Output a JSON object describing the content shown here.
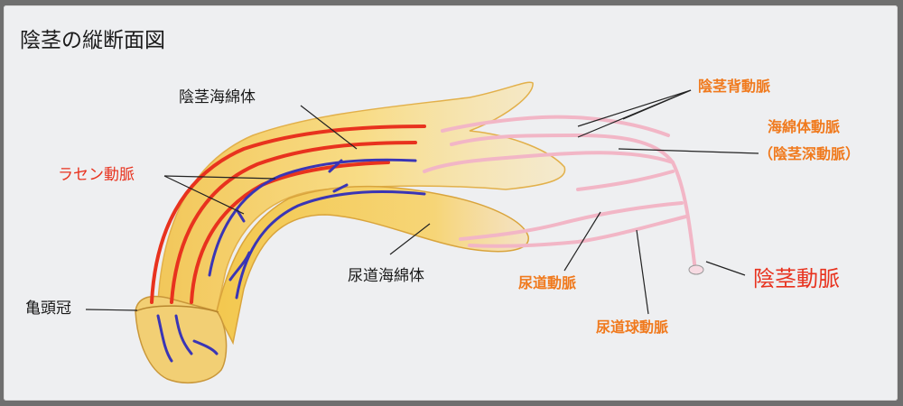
{
  "title": "陰茎の縦断面図",
  "labels": {
    "corpus_cavernosum": "陰茎海綿体",
    "helicine_arteries": "ラセン動脈",
    "corona": "亀頭冠",
    "corpus_spongiosum": "尿道海綿体",
    "dorsal_artery": "陰茎背動脈",
    "cavernosal_artery_line1": "海綿体動脈",
    "cavernosal_artery_line2": "（陰茎深動脈）",
    "urethral_artery": "尿道動脈",
    "bulbourethral_artery": "尿道球動脈",
    "penile_artery": "陰茎動脈"
  },
  "colors": {
    "background": "#eeeff1",
    "tissue": "#f6d77c",
    "tissue_dark": "#e9b94a",
    "artery_red": "#e8321e",
    "vein_blue": "#3a35b5",
    "artery_pink": "#f2b6c6",
    "label_orange": "#f07a1e",
    "label_red": "#e8321e"
  }
}
